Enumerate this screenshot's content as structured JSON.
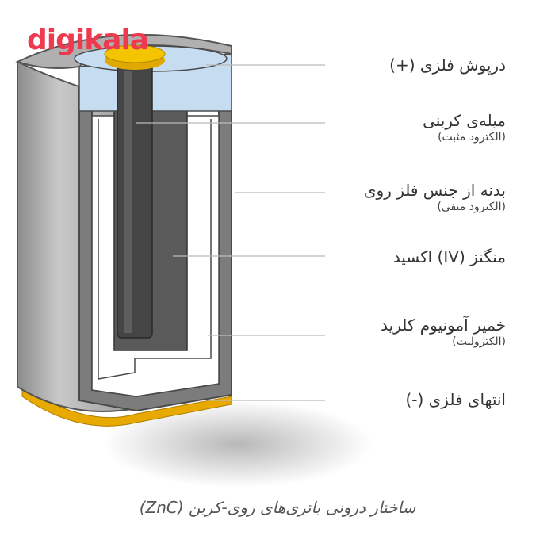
{
  "logo": {
    "text": "digikala",
    "color": "#ef394e"
  },
  "labels": [
    {
      "main": "درپوش فلزی (+)",
      "sub": ""
    },
    {
      "main": "میله‌ی کربنی",
      "sub": "(الکترود مثبت)"
    },
    {
      "main": "بدنه از جنس فلز روی",
      "sub": "(الکترود منفی)"
    },
    {
      "main": "منگنز (IV) اکسید",
      "sub": ""
    },
    {
      "main": "خمیر آمونیوم کلرید",
      "sub": "(الکترولیت)"
    },
    {
      "main": "انتهای فلزی (-)",
      "sub": ""
    }
  ],
  "caption": "ساختار درونی باتری‌های روی-کربن (ZnC)",
  "colors": {
    "casing": "#a6a6a6",
    "casing_dark": "#6b6b6b",
    "zinc": "#808080",
    "electrolyte": "#ffffff",
    "mno2": "#595959",
    "carbon_rod": "#454545",
    "seal": "#c6dcf0",
    "cap": "#f4c400",
    "bottom": "#e8a900",
    "leader": "#bbbbbb"
  }
}
